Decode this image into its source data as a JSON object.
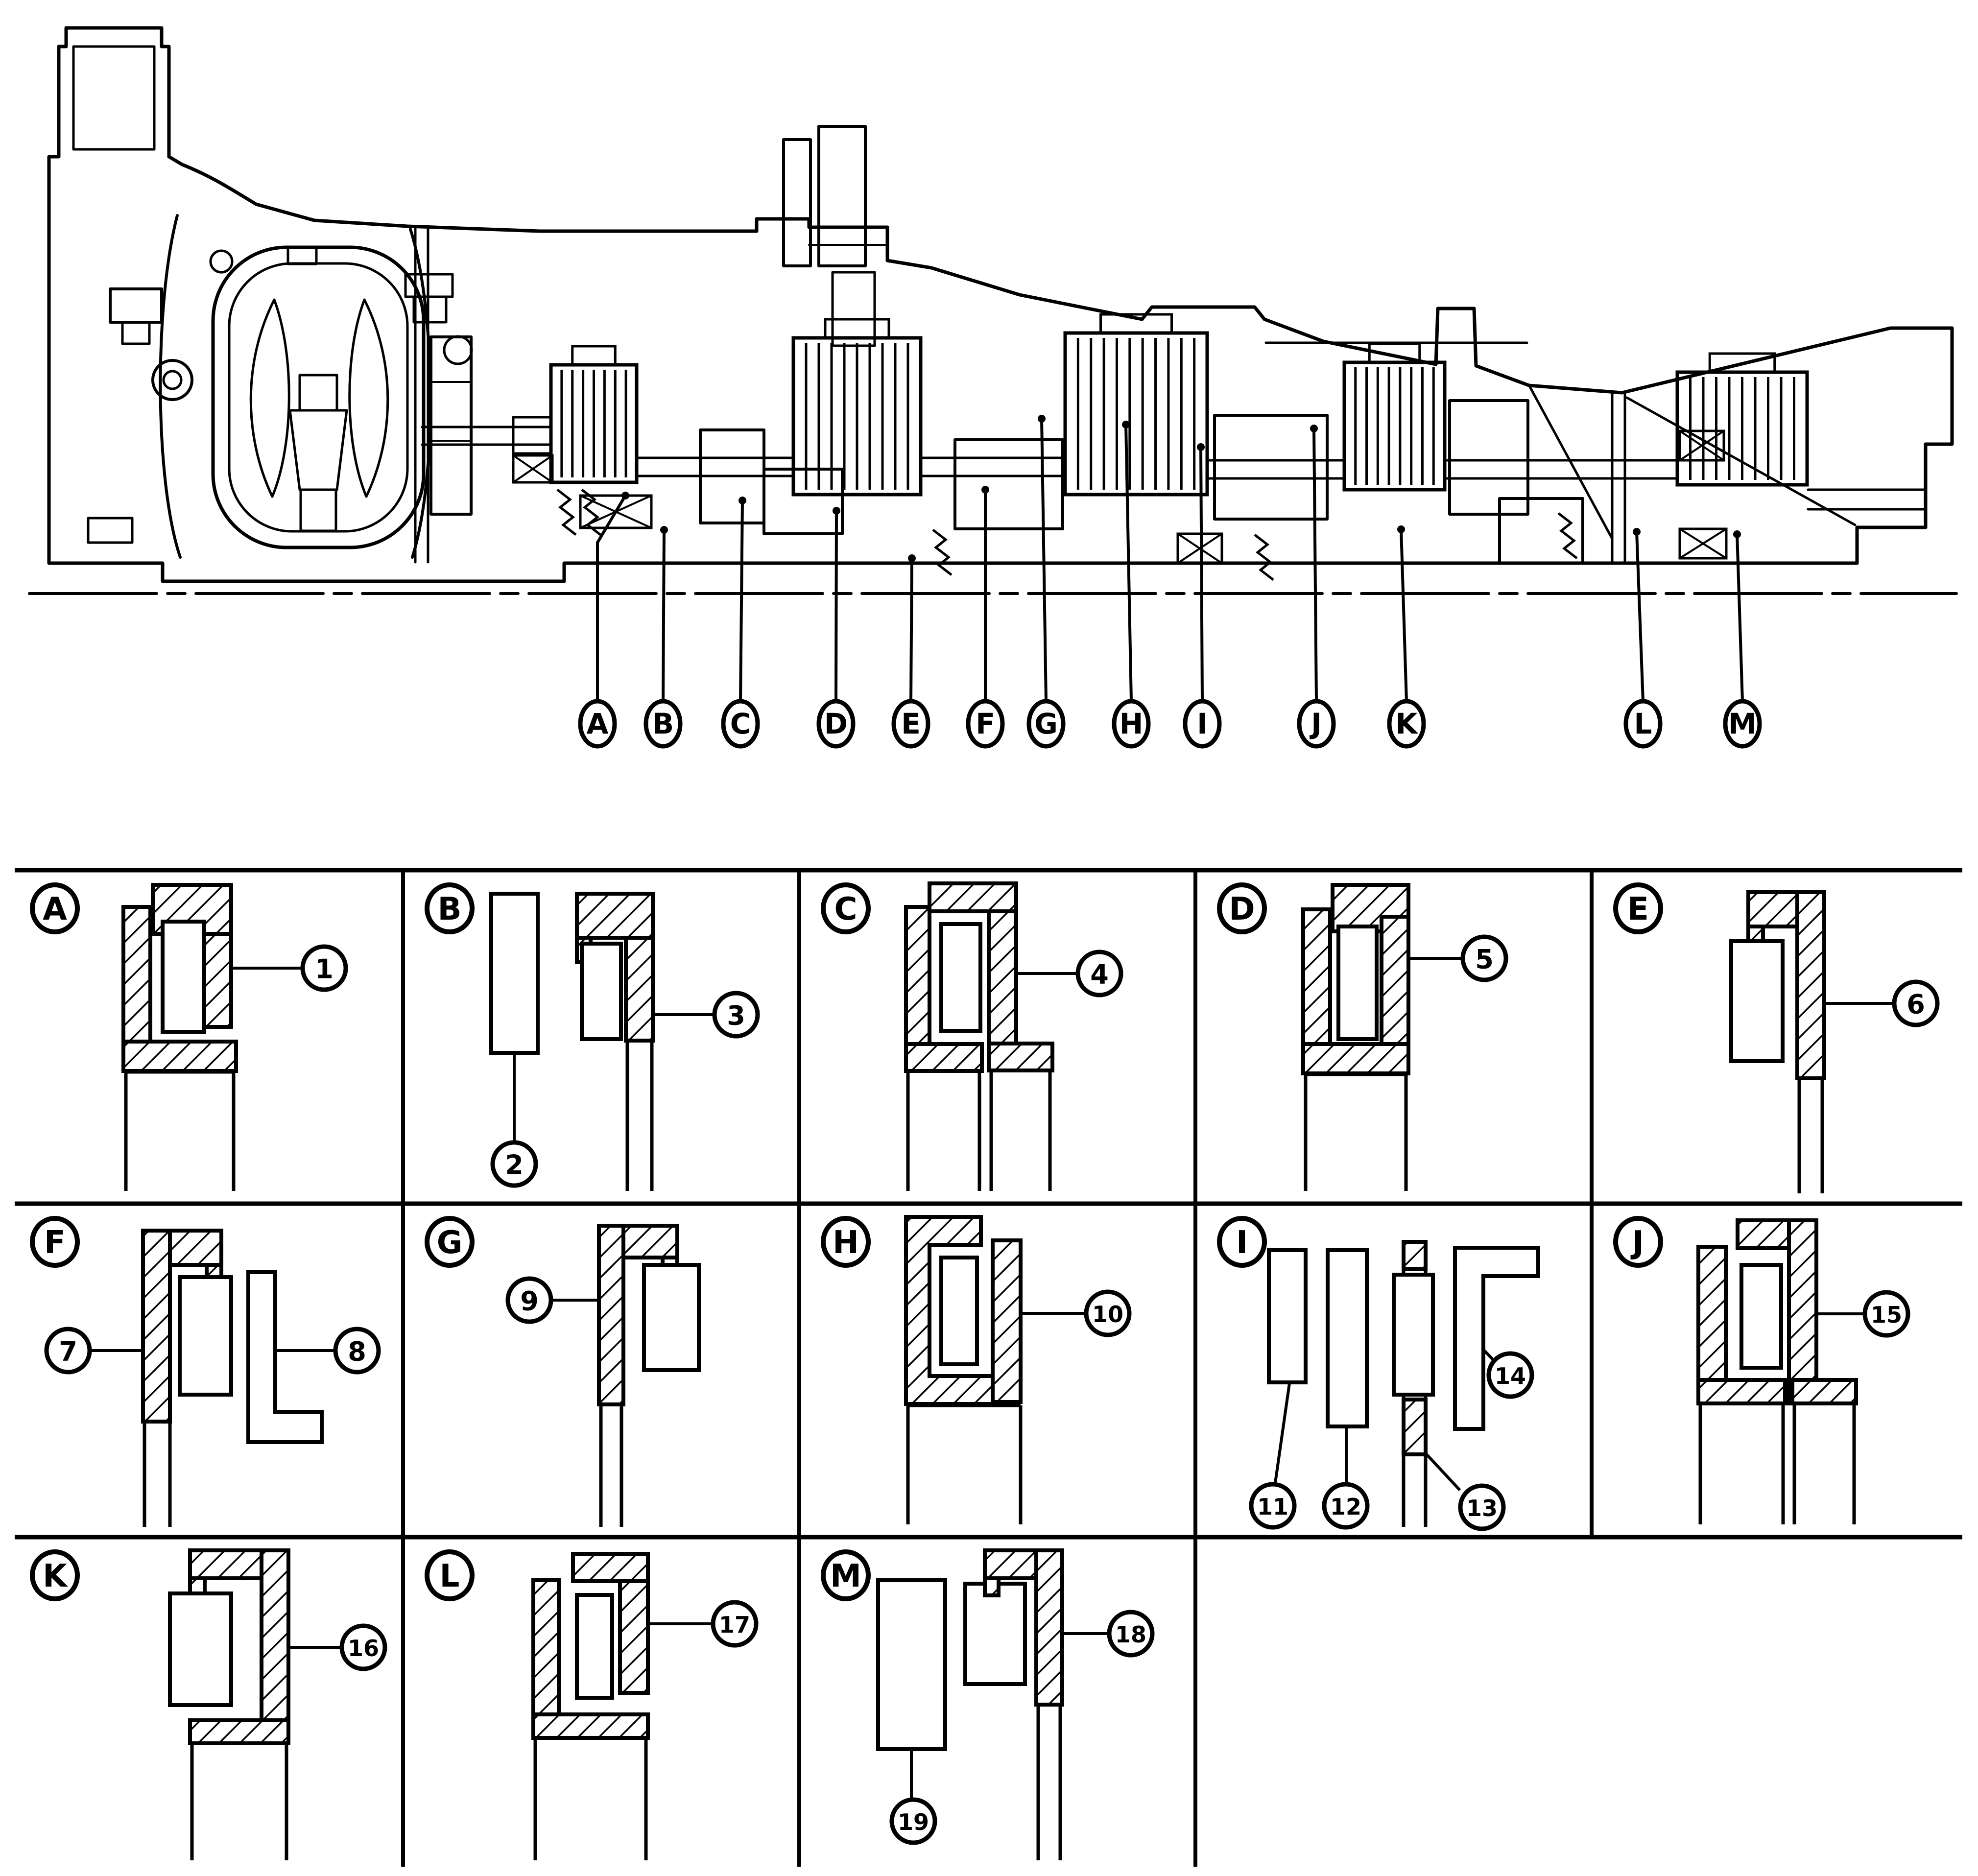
{
  "colors": {
    "ink": "#000000",
    "paper": "#ffffff"
  },
  "figure": {
    "kind": "transmission-sectional-view-with-seal-location-details"
  },
  "top_callouts": [
    {
      "label": "A"
    },
    {
      "label": "B"
    },
    {
      "label": "C"
    },
    {
      "label": "D"
    },
    {
      "label": "E"
    },
    {
      "label": "F"
    },
    {
      "label": "G"
    },
    {
      "label": "H"
    },
    {
      "label": "I"
    },
    {
      "label": "J"
    },
    {
      "label": "K"
    },
    {
      "label": "L"
    },
    {
      "label": "M"
    }
  ],
  "cells": [
    {
      "letter": "A",
      "callouts": [
        {
          "label": "1"
        }
      ]
    },
    {
      "letter": "B",
      "callouts": [
        {
          "label": "2"
        },
        {
          "label": "3"
        }
      ]
    },
    {
      "letter": "C",
      "callouts": [
        {
          "label": "4"
        }
      ]
    },
    {
      "letter": "D",
      "callouts": [
        {
          "label": "5"
        }
      ]
    },
    {
      "letter": "E",
      "callouts": [
        {
          "label": "6"
        }
      ]
    },
    {
      "letter": "F",
      "callouts": [
        {
          "label": "7"
        },
        {
          "label": "8"
        }
      ]
    },
    {
      "letter": "G",
      "callouts": [
        {
          "label": "9"
        }
      ]
    },
    {
      "letter": "H",
      "callouts": [
        {
          "label": "10"
        }
      ]
    },
    {
      "letter": "I",
      "callouts": [
        {
          "label": "11"
        },
        {
          "label": "12"
        },
        {
          "label": "13"
        },
        {
          "label": "14"
        }
      ]
    },
    {
      "letter": "J",
      "callouts": [
        {
          "label": "15"
        }
      ]
    },
    {
      "letter": "K",
      "callouts": [
        {
          "label": "16"
        }
      ]
    },
    {
      "letter": "L",
      "callouts": [
        {
          "label": "17"
        }
      ]
    },
    {
      "letter": "M",
      "callouts": [
        {
          "label": "18"
        },
        {
          "label": "19"
        }
      ]
    }
  ]
}
